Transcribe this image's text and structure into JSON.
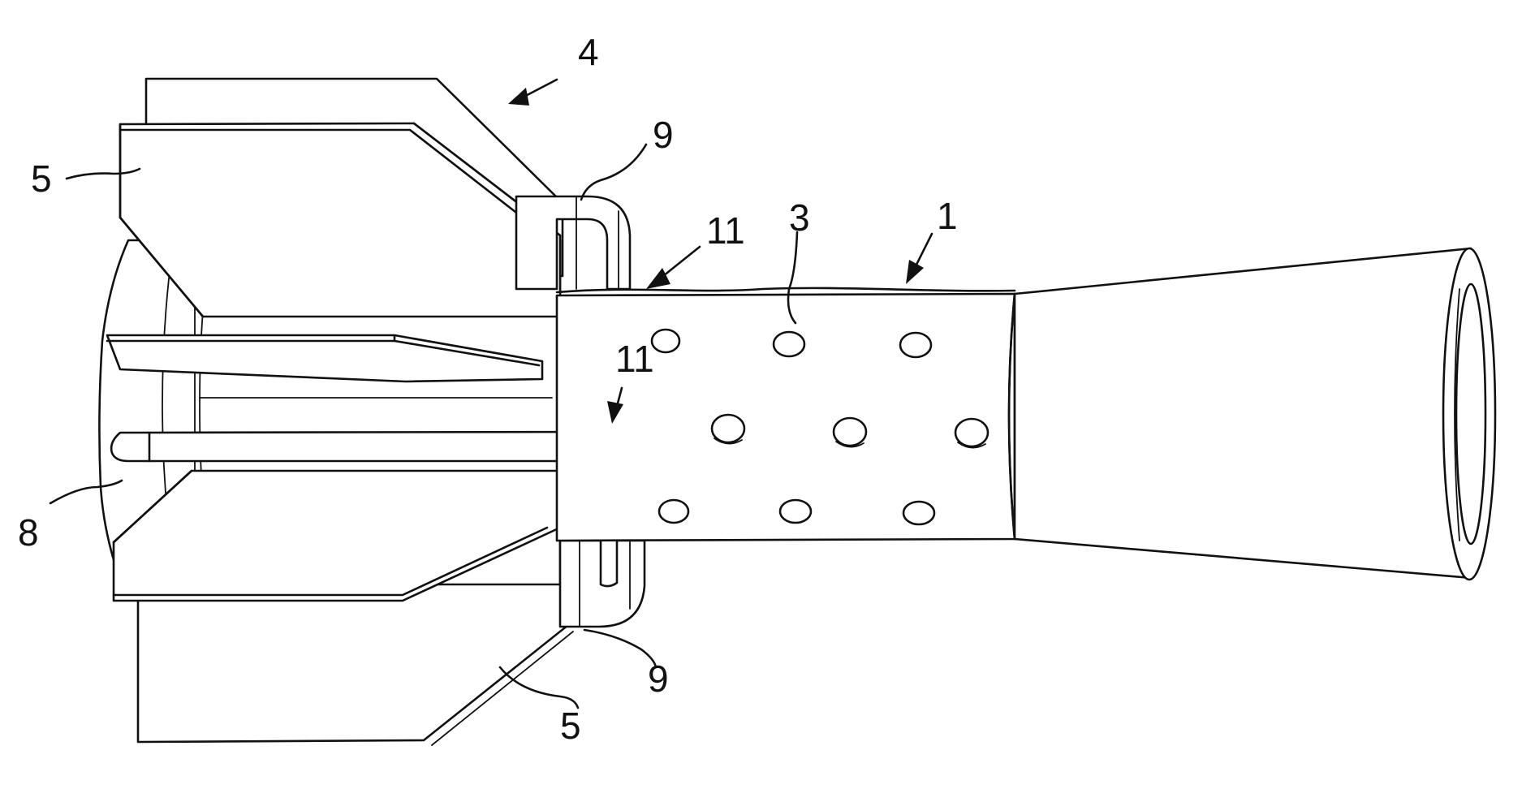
{
  "figure": {
    "reference_numerals": {
      "assembly": "4",
      "fin_upper": "5",
      "fin_lower": "5",
      "tab_upper": "9",
      "tab_lower": "9",
      "tube": "1",
      "holes": "3",
      "pin_upper": "11",
      "pin_middle": "11",
      "base": "8"
    }
  }
}
